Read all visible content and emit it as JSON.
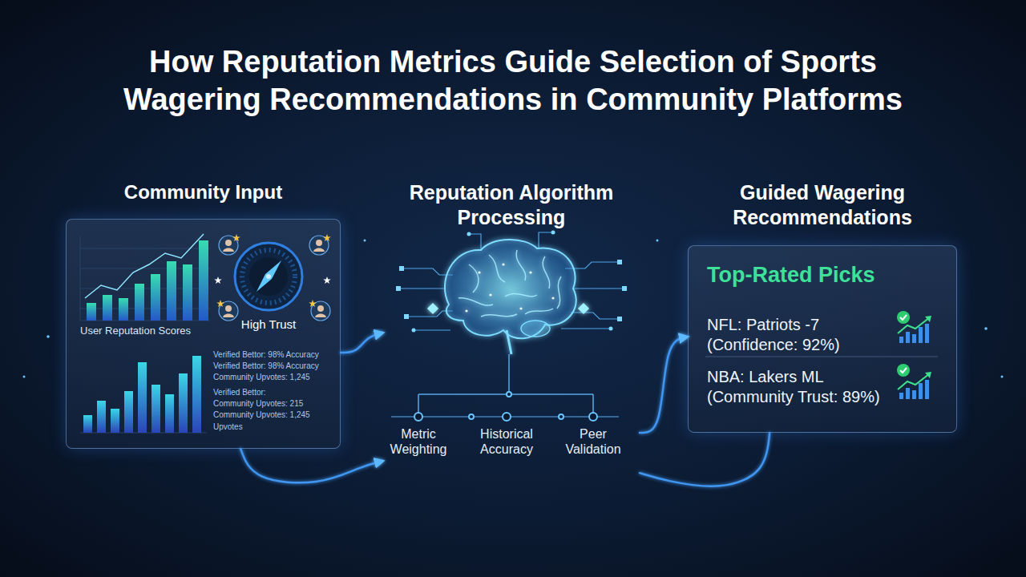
{
  "diagram": {
    "title": "How Reputation Metrics Guide Selection of Sports Wagering Recommendations in Community Platforms",
    "nodes": [
      {
        "text": [
          "Community Input"
        ]
      },
      {
        "text": [
          "Reputation Algorithm Processing"
        ]
      },
      {
        "text": [
          "Guided Wagering Recommendations",
          "Top-Rated Picks",
          "NFL: Patriots -7 (Confidence: 92%)",
          "NBA: Lakers ML (Community Trust: 89%)"
        ]
      }
    ],
    "edges": [
      {
        "from": 0,
        "to": 1,
        "arrow": "to"
      },
      {
        "from": 0,
        "to": 1,
        "arrow": "to"
      },
      {
        "from": 1,
        "to": 2,
        "arrow": "to"
      },
      {
        "from": 2,
        "to": 1,
        "arrow": "none"
      }
    ],
    "labels": [
      "User Reputation Scores",
      "High Trust",
      "Verified Bettor: 98% Accuracy",
      "Verified Bettor: 98% Accuracy",
      "Community Upvotes: 1,245",
      "Verified Bettor:",
      "Community Upvotes: 215",
      "Community Upvotes: 1,245",
      "Upvotes",
      "Metric Weighting",
      "Historical Accuracy",
      "Peer Validation"
    ]
  }
}
